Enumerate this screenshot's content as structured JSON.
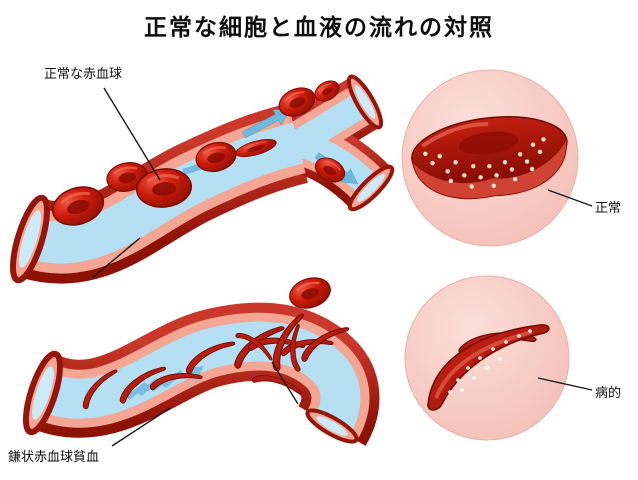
{
  "title": "正常な細胞と血液の流れの対照",
  "annotations": {
    "normal_rbc": "正常な赤血球",
    "normal": "正常",
    "sickle_cell_anemia": "鎌状赤血球貧血",
    "pathological": "病的"
  },
  "palette": {
    "vessel_outer_wall": "#a8190e",
    "vessel_inner_wall": "#f2a693",
    "plasma_flow_blue": "#b5e0f4",
    "arrow_blue": "#6fb9de",
    "cell_red": "#c41507",
    "cell_dark_red": "#8e0d04",
    "inset_background_pink": "#f6c9c3",
    "stipple_dots": "#ffefd2",
    "text": "#111111",
    "background": "#ffffff"
  }
}
